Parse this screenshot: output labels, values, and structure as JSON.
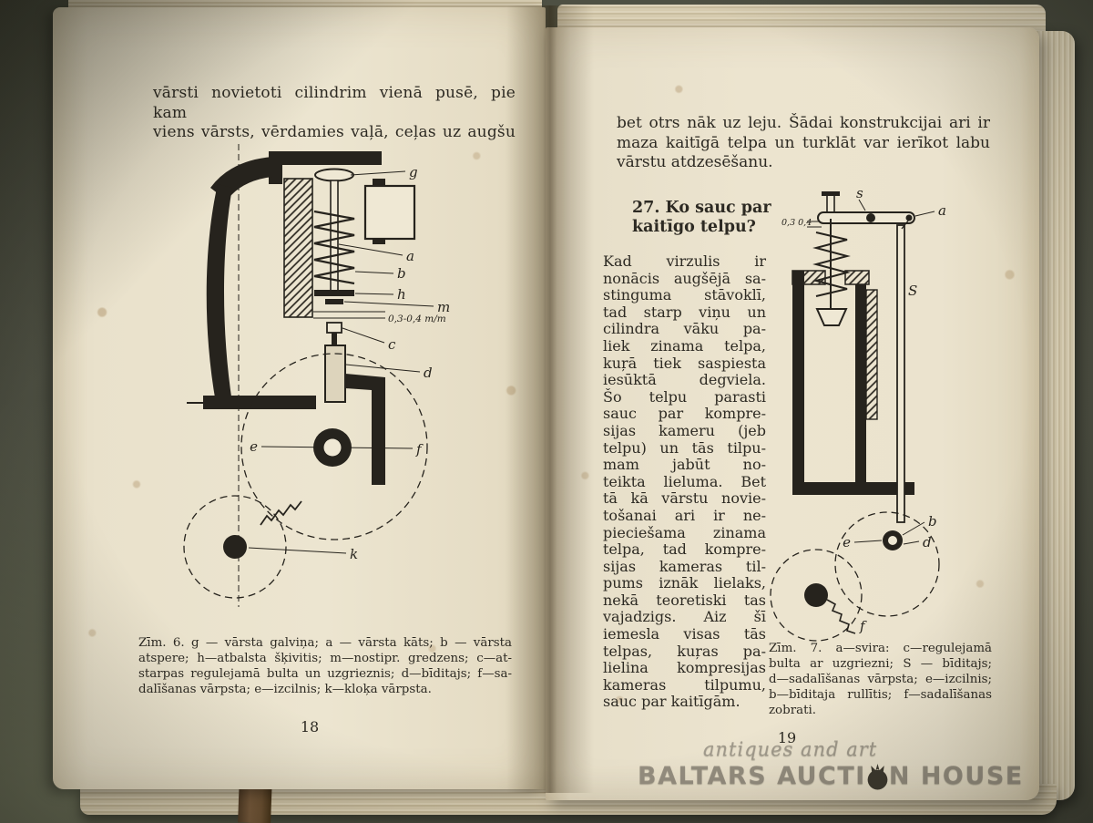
{
  "book": {
    "left_page": {
      "intro": "vārsti novietoti cilindrim vienā pusē, pie kam\nviens vārsts, vērdamies vaļā, ceļas uz augšu",
      "figure_caption": "Zīm. 6. g — vārsta galviņa; a — vārsta kāts; b — vārsta\natspere; h—atbalsta šķivitis; m—nostipr. gredzens; c—at-\nstarpas regulejamā bulta un uzgrieznis; d—bīditajs; f—sa-\ndalīšanas vārpsta; e—izcilnis; k—kloķa vārpsta.",
      "page_number": "18",
      "figure6": {
        "gap_label": "0,3-0,4 m/m",
        "labels": {
          "g": "g",
          "a": "a",
          "b": "b",
          "h": "h",
          "m": "m",
          "c": "c",
          "d": "d",
          "e": "e",
          "f": "f",
          "k": "k"
        }
      }
    },
    "right_page": {
      "intro": "bet otrs nāk uz leju. Šādai konstrukcijai ari ir\nmaza kaitīgā telpa un turklāt var ierīkot labu\nvārstu atdzesēšanu.",
      "heading": "27. Ko sauc par\nkaitīgo telpu?",
      "body": "Kad virzulis ir\nnonācis augšējā sa-\nstinguma stāvoklī,\ntad starp viņu un\ncilindra vāku pa-\nliek zinama telpa,\nkuŗā tiek saspiesta\niesūktā degviela.\nŠo telpu parasti\nsauc par kompre-\nsijas kameru (jeb\ntelpu) un tās tilpu-\nmam jabūt no-\nteikta lieluma. Bet\ntā kā vārstu novie-\ntošanai ari ir ne-\npieciešama zinama\ntelpa, tad kompre-\nsijas kameras til-\npums iznāk lielaks,\nnekā teoretiski tas\nvajadzigs. Aiz šī\niemesla visas tās\ntelpas, kuŗas pa-\nlielina kompresijas\nkameras tilpumu,\nsauc par kaitīgām.",
      "figure_caption": "Zīm. 7. a—svira: c—regulejamā\nbulta ar uzgriezni; S — bīditajs;\nd—sadalīšanas vārpsta; e—izcilnis;\nb—bīditaja rullītis; f—sadalīšanas\nzobrati.",
      "page_number": "19",
      "figure7": {
        "gap_label": "0,3 0,4",
        "labels": {
          "a": "a",
          "s": "s",
          "S": "S",
          "b": "b",
          "d": "d",
          "e": "e",
          "f": "f"
        }
      }
    }
  },
  "watermark": {
    "tagline": "antiques and art",
    "name_part1": "BALTARS AUCTI",
    "name_part2": "N HOUSE"
  }
}
